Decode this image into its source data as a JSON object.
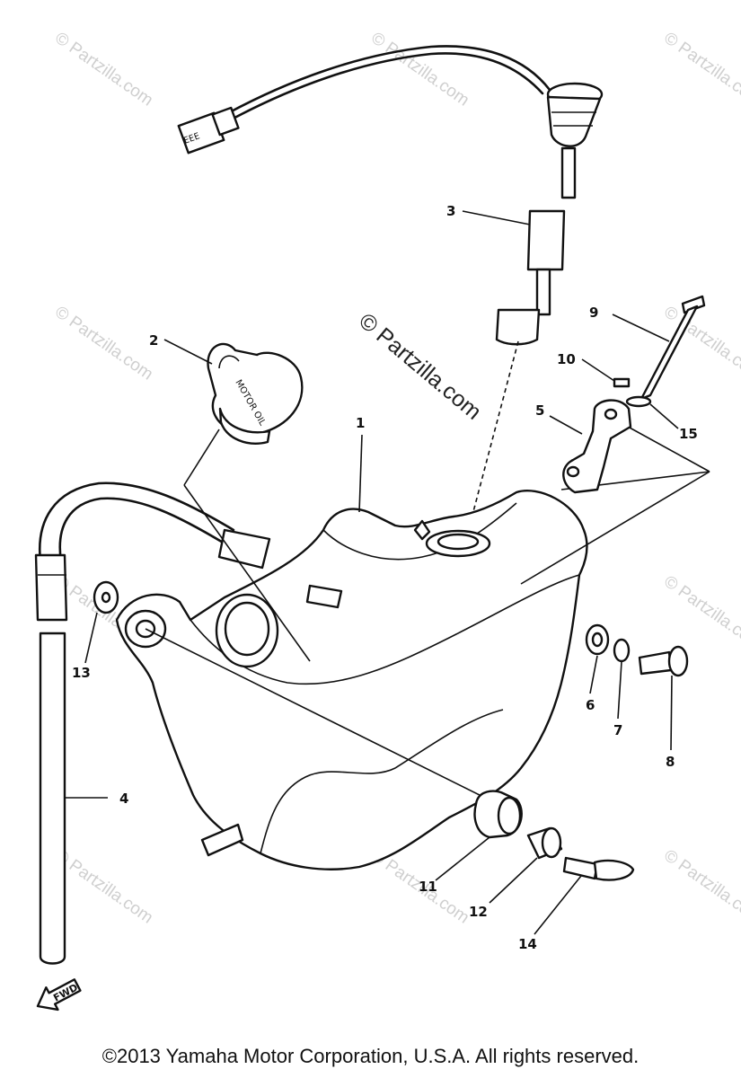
{
  "watermark_text": "© Partzilla.com",
  "center_watermark": "© Partzilla.com",
  "callouts": [
    "1",
    "2",
    "3",
    "4",
    "5",
    "6",
    "7",
    "8",
    "9",
    "10",
    "11",
    "12",
    "13",
    "14",
    "15"
  ],
  "connector_text": "EEE",
  "oil_cap_text": "MOTOR OIL",
  "fwd_label": "FWD",
  "copyright": "©2013  Yamaha Motor Corporation, U.S.A. All rights reserved."
}
